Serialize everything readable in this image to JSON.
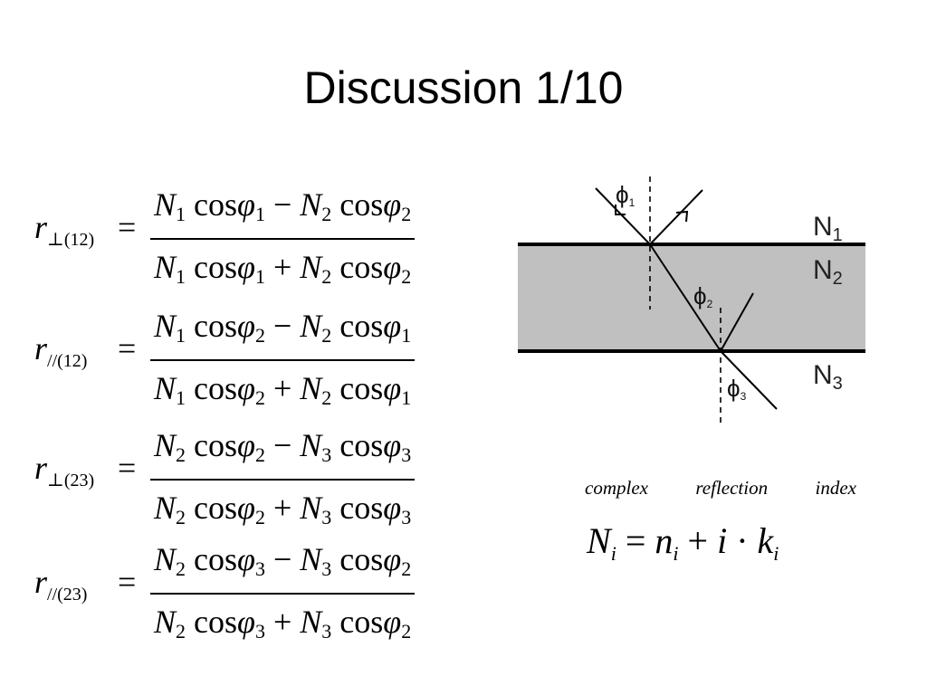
{
  "title": "Discussion 1/10",
  "equations": [
    {
      "r": "r",
      "lhs_sub": "⊥(12)",
      "eq": "=",
      "num": {
        "n1": "N",
        "n1s": "1",
        "c1": "cos",
        "p1": "φ",
        "p1s": "1",
        "op": "−",
        "n2": "N",
        "n2s": "2",
        "c2": "cos",
        "p2": "φ",
        "p2s": "2"
      },
      "den": {
        "n1": "N",
        "n1s": "1",
        "c1": "cos",
        "p1": "φ",
        "p1s": "1",
        "op": "+",
        "n2": "N",
        "n2s": "2",
        "c2": "cos",
        "p2": "φ",
        "p2s": "2"
      }
    },
    {
      "r": "r",
      "lhs_sub": "//(12)",
      "eq": "=",
      "num": {
        "n1": "N",
        "n1s": "1",
        "c1": "cos",
        "p1": "φ",
        "p1s": "2",
        "op": "−",
        "n2": "N",
        "n2s": "2",
        "c2": "cos",
        "p2": "φ",
        "p2s": "1"
      },
      "den": {
        "n1": "N",
        "n1s": "1",
        "c1": "cos",
        "p1": "φ",
        "p1s": "2",
        "op": "+",
        "n2": "N",
        "n2s": "2",
        "c2": "cos",
        "p2": "φ",
        "p2s": "1"
      }
    },
    {
      "r": "r",
      "lhs_sub": "⊥(23)",
      "eq": "=",
      "num": {
        "n1": "N",
        "n1s": "2",
        "c1": "cos",
        "p1": "φ",
        "p1s": "2",
        "op": "−",
        "n2": "N",
        "n2s": "3",
        "c2": "cos",
        "p2": "φ",
        "p2s": "3"
      },
      "den": {
        "n1": "N",
        "n1s": "2",
        "c1": "cos",
        "p1": "φ",
        "p1s": "2",
        "op": "+",
        "n2": "N",
        "n2s": "3",
        "c2": "cos",
        "p2": "φ",
        "p2s": "3"
      }
    },
    {
      "r": "r",
      "lhs_sub": "//(23)",
      "eq": "=",
      "num": {
        "n1": "N",
        "n1s": "2",
        "c1": "cos",
        "p1": "φ",
        "p1s": "3",
        "op": "−",
        "n2": "N",
        "n2s": "3",
        "c2": "cos",
        "p2": "φ",
        "p2s": "2"
      },
      "den": {
        "n1": "N",
        "n1s": "2",
        "c1": "cos",
        "p1": "φ",
        "p1s": "3",
        "op": "+",
        "n2": "N",
        "n2s": "3",
        "c2": "cos",
        "p2": "φ",
        "p2s": "2"
      }
    }
  ],
  "diagram": {
    "media": [
      {
        "name": "N",
        "sub": "1"
      },
      {
        "name": "N",
        "sub": "2"
      },
      {
        "name": "N",
        "sub": "3"
      }
    ],
    "angles": [
      {
        "sym": "ϕ",
        "sub": "1"
      },
      {
        "sym": "ϕ",
        "sub": "2"
      },
      {
        "sym": "ϕ",
        "sub": "3"
      }
    ],
    "colors": {
      "film": "#c0c0c0",
      "line": "#000000"
    }
  },
  "complex_index": {
    "label_words": [
      "complex",
      "reflection",
      "index"
    ],
    "lhs": "N",
    "lhs_sub": "i",
    "eq": "=",
    "n": "n",
    "n_sub": "i",
    "plus": "+",
    "i": "i",
    "dot": "·",
    "k": "k",
    "k_sub": "i"
  }
}
